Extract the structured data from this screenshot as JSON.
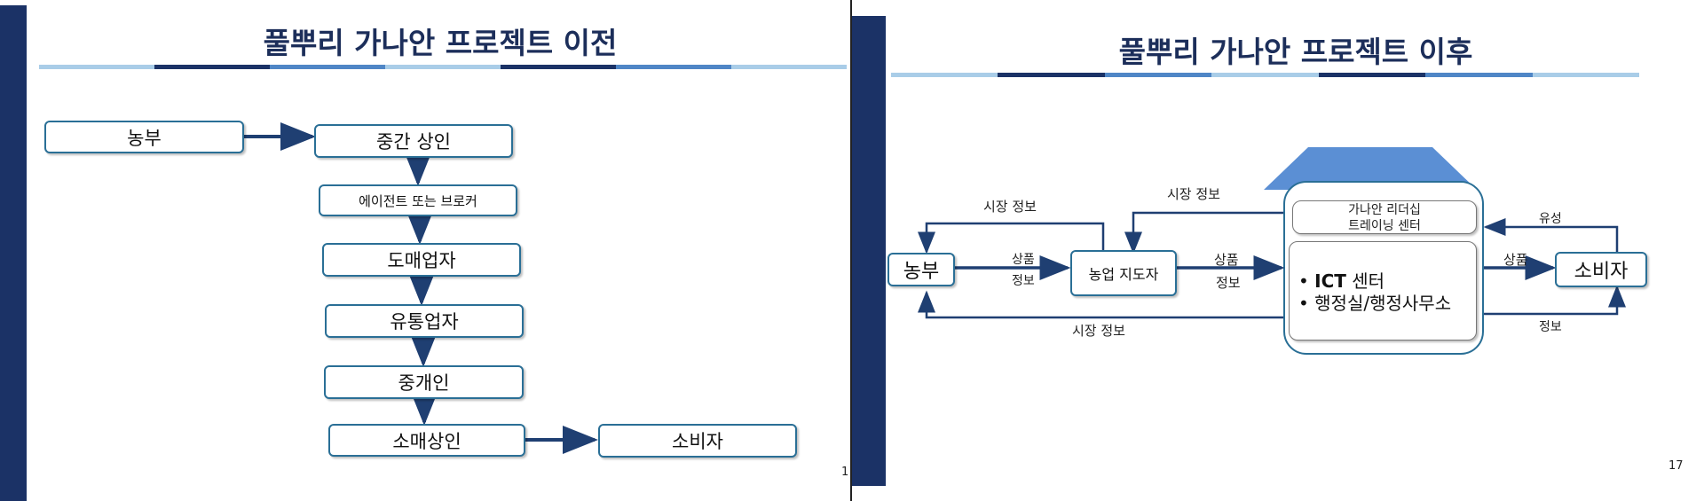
{
  "colors": {
    "sidebar": "#1b3266",
    "title": "#1c2e5a",
    "box_border": "#2a6f96",
    "arrow": "#1f3f72",
    "roof": "#5b8fd4"
  },
  "left": {
    "title": "풀뿌리 가나안 프로젝트 이전",
    "nodes": {
      "farmer": "농부",
      "middleman": "중간 상인",
      "agent_broker": "에이전트 또는 브로커",
      "wholesaler": "도매업자",
      "distributor": "유통업자",
      "intermediary": "중개인",
      "retailer": "소매상인",
      "consumer": "소비자"
    },
    "page_number": "1"
  },
  "right": {
    "title": "풀뿌리 가나안 프로젝트 이후",
    "nodes": {
      "farmer": "농부",
      "agri_leader": "농업 지도자",
      "consumer": "소비자",
      "hub_top_line1": "가나안 리더십",
      "hub_top_line2": "트레이닝 센터",
      "bullet1_bold": "ICT",
      "bullet1_rest": " 센터",
      "bullet2": "행정실/행정사무소"
    },
    "labels": {
      "market_info_top_left": "시장 정보",
      "market_info_top_mid": "시장 정보",
      "market_info_bottom": "시장 정보",
      "goods_1": "상품",
      "info_1": "정보",
      "goods_2": "상품",
      "info_2": "정보",
      "goods_3": "상품",
      "flow_top_right": "유성",
      "info_3": "정보"
    },
    "page_number": "17"
  }
}
